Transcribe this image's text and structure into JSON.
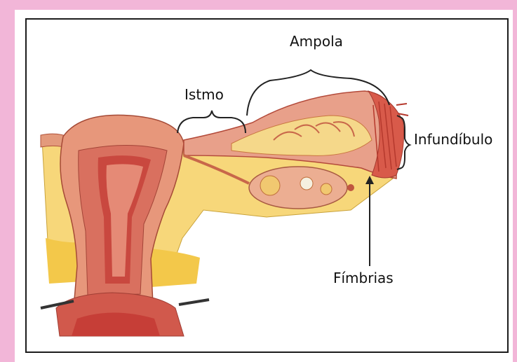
{
  "labels": {
    "ampola": "Ampola",
    "istmo": "Istmo",
    "infundibulo": "Infundíbulo",
    "fimbrias": "Fímbrias"
  },
  "colors": {
    "background": "#f2b6d8",
    "tissue": "#e08a6e",
    "muscle": "#d4504a",
    "fat": "#f7d54a",
    "label_text": "#111111"
  }
}
